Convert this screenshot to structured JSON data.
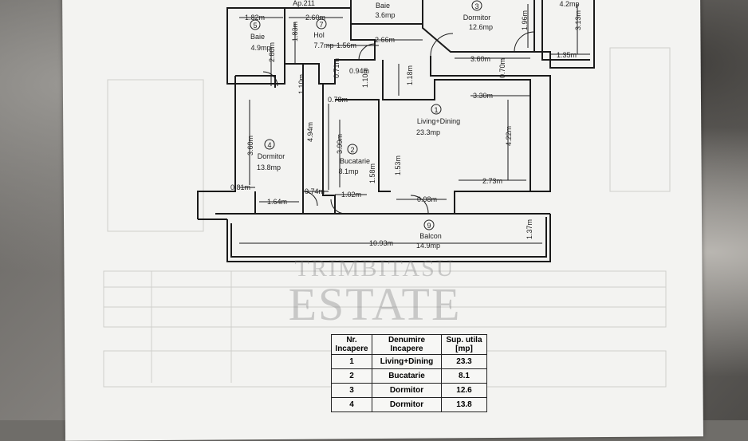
{
  "apartment": {
    "label": "Ap.211"
  },
  "rooms_plan": [
    {
      "num": "1",
      "name": "Living+Dining",
      "area": "23.3mp"
    },
    {
      "num": "2",
      "name": "Bucatarie",
      "area": "8.1mp"
    },
    {
      "num": "3",
      "name": "Dormitor",
      "area": "12.6mp"
    },
    {
      "num": "4",
      "name": "Dormitor",
      "area": "13.8mp"
    },
    {
      "num": "5",
      "name": "Baie",
      "area": "4.9mp"
    },
    {
      "num": "7",
      "name": "Hol",
      "area": "7.7mp"
    },
    {
      "num": "9",
      "name": "Balcon",
      "area": "14.9mp"
    },
    {
      "num": "",
      "name": "Baie",
      "area": "3.6mp"
    },
    {
      "num": "",
      "name": "",
      "area": "4.2mp"
    }
  ],
  "dimensions": [
    "1.82m",
    "2.80m",
    "1.83m",
    "2.60m",
    "2.66m",
    "1.56m",
    "0.94m",
    "1.10m",
    "1.18m",
    "0.71m",
    "0.78m",
    "1.10m",
    "3.60m",
    "1.35m",
    "1.96m",
    "3.13m",
    "0.70m",
    "3.30m",
    "4.94m",
    "3.99m",
    "4.22m",
    "3.60m",
    "1.58m",
    "1.53m",
    "2.73m",
    "0.81m",
    "1.64m",
    "0.74m",
    "1.02m",
    "0.98m",
    "10.93m",
    "1.37m"
  ],
  "watermark": {
    "line1": "TRIMBITASU",
    "line2": "ESTATE"
  },
  "table": {
    "headers": [
      "Nr. Incapere",
      "Denumire Incapere",
      "Sup. utila [mp]"
    ],
    "rows": [
      {
        "nr": "1",
        "name": "Living+Dining",
        "area": "23.3"
      },
      {
        "nr": "2",
        "name": "Bucatarie",
        "area": "8.1"
      },
      {
        "nr": "3",
        "name": "Dormitor",
        "area": "12.6"
      },
      {
        "nr": "4",
        "name": "Dormitor",
        "area": "13.8"
      }
    ]
  }
}
